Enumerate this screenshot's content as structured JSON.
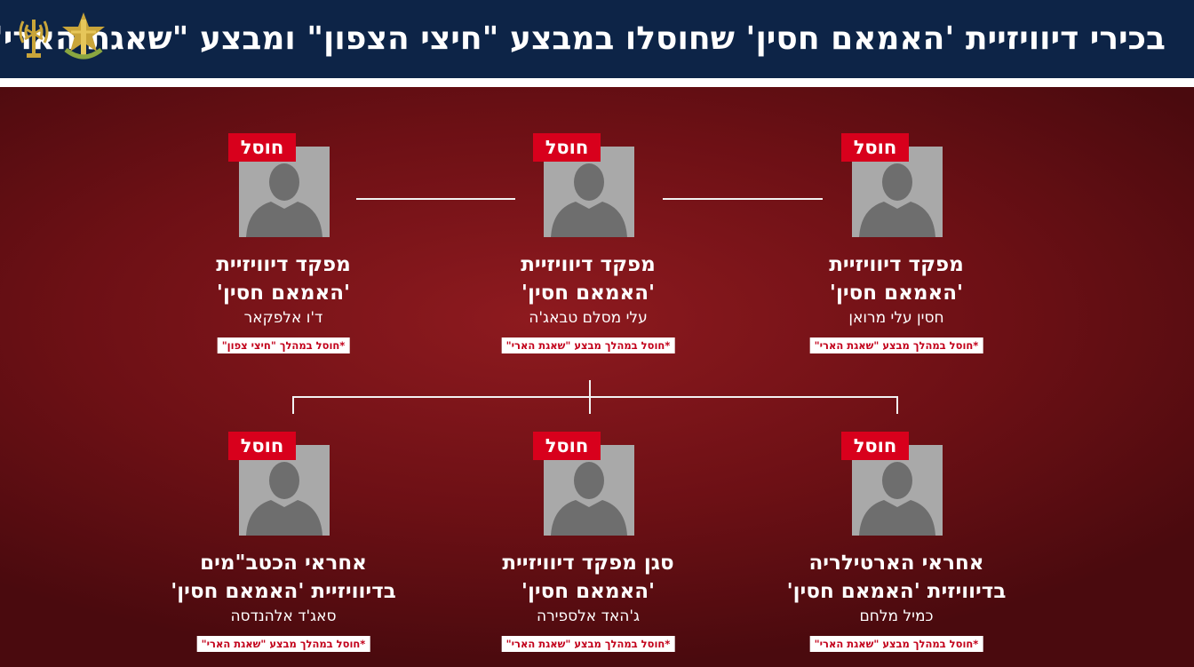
{
  "header": {
    "title": "בכירי דיוויזיית 'האמאם חסין' שחוסלו במבצע \"חיצי הצפון\" ומבצע \"שאגת הארי\"",
    "logos": [
      "antenna-emblem-icon",
      "idf-emblem-icon"
    ],
    "colors": {
      "header_bg": "#0d2447",
      "background": "#7a1318",
      "badge": "#d8001c",
      "note_text": "#c2001a"
    }
  },
  "cards": [
    {
      "badge": "חוסל",
      "role_line1": "מפקד דיוויזיית",
      "role_line2": "'האמאם חסין'",
      "name": "חסין עלי מרואן",
      "note": "*חוסל במהלך מבצע \"שאגת הארי\""
    },
    {
      "badge": "חוסל",
      "role_line1": "מפקד דיוויזיית",
      "role_line2": "'האמאם חסין'",
      "name": "עלי מסלם טבאג'ה",
      "note": "*חוסל במהלך מבצע \"שאגת הארי\""
    },
    {
      "badge": "חוסל",
      "role_line1": "מפקד דיוויזיית",
      "role_line2": "'האמאם חסין'",
      "name": "ד'ו אלפקאר",
      "note": "*חוסל במהלך \"חיצי צפון\""
    },
    {
      "badge": "חוסל",
      "role_line1": "אחראי הארטילריה",
      "role_line2": "בדיוויזית 'האמאם חסין'",
      "name": "כמיל מלחם",
      "note": "*חוסל במהלך מבצע \"שאגת הארי\""
    },
    {
      "badge": "חוסל",
      "role_line1": "סגן מפקד דיוויזיית",
      "role_line2": "'האמאם חסין'",
      "name": "ג'האד אלספירה",
      "note": "*חוסל במהלך מבצע \"שאגת הארי\""
    },
    {
      "badge": "חוסל",
      "role_line1": "אחראי הכטב\"מים",
      "role_line2": "בדיוויזיית 'האמאם חסין'",
      "name": "סאג'ד אלהנדסה",
      "note": "*חוסל במהלך מבצע \"שאגת הארי\""
    }
  ]
}
